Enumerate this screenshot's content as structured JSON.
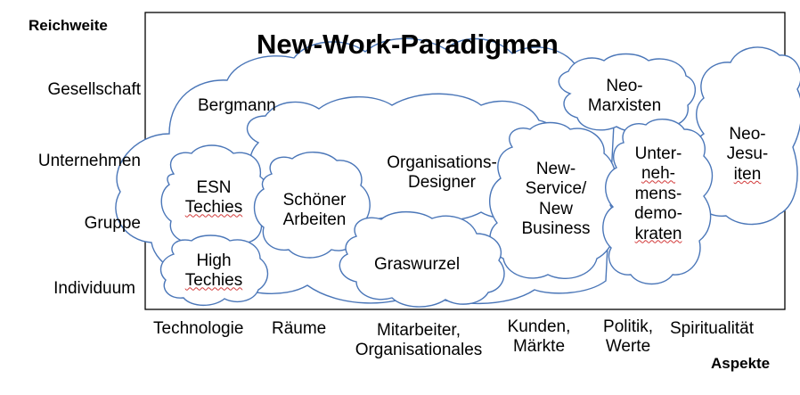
{
  "diagram": {
    "title": "New-Work-Paradigmen",
    "y_axis_title": "Reichweite",
    "x_axis_title": "Aspekte",
    "y_levels": [
      "Gesellschaft",
      "Unternehmen",
      "Gruppe",
      "Individuum"
    ],
    "x_aspects": {
      "technologie": "Technologie",
      "raeume": "Räume",
      "mitarbeiter_1": "Mitarbeiter,",
      "mitarbeiter_2": "Organisationales",
      "kunden_1": "Kunden,",
      "kunden_2": "Märkte",
      "politik_1": "Politik,",
      "politik_2": "Werte",
      "spiritualitaet": "Spiritualität"
    },
    "clouds": {
      "bergmann": "Bergmann",
      "neo_marxisten_1": "Neo-",
      "neo_marxisten_2": "Marxisten",
      "neo_jesuiten_1": "Neo-",
      "neo_jesuiten_2": "Jesu-",
      "neo_jesuiten_3": "iten",
      "org_designer_1": "Organisations-",
      "org_designer_2": "Designer",
      "new_service_1": "New-",
      "new_service_2": "Service/",
      "new_service_3": "New",
      "new_service_4": "Business",
      "unternehmensdemokraten_1": "Unter-",
      "unternehmensdemokraten_2": "neh-",
      "unternehmensdemokraten_3": "mens-",
      "unternehmensdemokraten_4": "demo-",
      "unternehmensdemokraten_5": "kraten",
      "esn_techies_1": "ESN",
      "esn_techies_2": "Techies",
      "schoener_arbeiten_1": "Schöner",
      "schoener_arbeiten_2": "Arbeiten",
      "graswurzel": "Graswurzel",
      "high_techies_1": "High",
      "high_techies_2": "Techies"
    }
  }
}
